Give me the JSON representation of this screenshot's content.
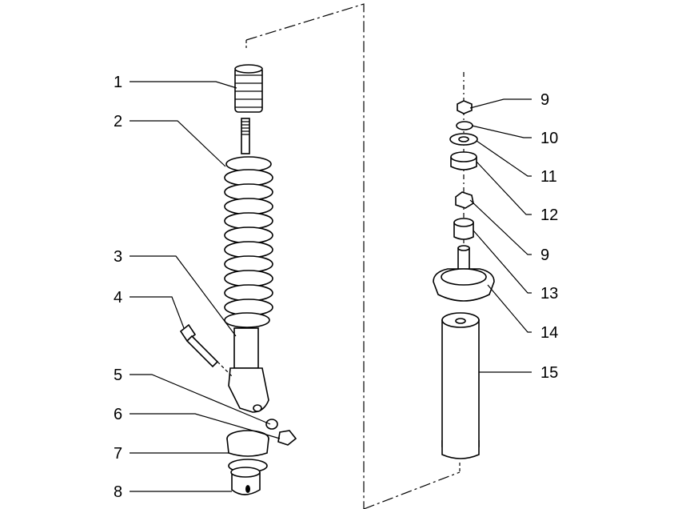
{
  "callouts_left": [
    {
      "id": "c1",
      "label": "1",
      "part": "rubber-bump-stop"
    },
    {
      "id": "c2",
      "label": "2",
      "part": "coil-spring"
    },
    {
      "id": "c3",
      "label": "3",
      "part": "shock-absorber-body"
    },
    {
      "id": "c4",
      "label": "4",
      "part": "bolt"
    },
    {
      "id": "c5",
      "label": "5",
      "part": "washer"
    },
    {
      "id": "c6",
      "label": "6",
      "part": "nut"
    },
    {
      "id": "c7",
      "label": "7",
      "part": "ring"
    },
    {
      "id": "c8",
      "label": "8",
      "part": "lower-cup"
    }
  ],
  "callouts_right": [
    {
      "id": "c9a",
      "label": "9",
      "part": "top-nut"
    },
    {
      "id": "c10",
      "label": "10",
      "part": "washer"
    },
    {
      "id": "c11",
      "label": "11",
      "part": "cup-washer"
    },
    {
      "id": "c12",
      "label": "12",
      "part": "rubber-bush-upper"
    },
    {
      "id": "c9b",
      "label": "9",
      "part": "nut"
    },
    {
      "id": "c13",
      "label": "13",
      "part": "rubber-bush-lower"
    },
    {
      "id": "c14",
      "label": "14",
      "part": "spring-seat-plate"
    },
    {
      "id": "c15",
      "label": "15",
      "part": "damper-cartridge"
    }
  ]
}
